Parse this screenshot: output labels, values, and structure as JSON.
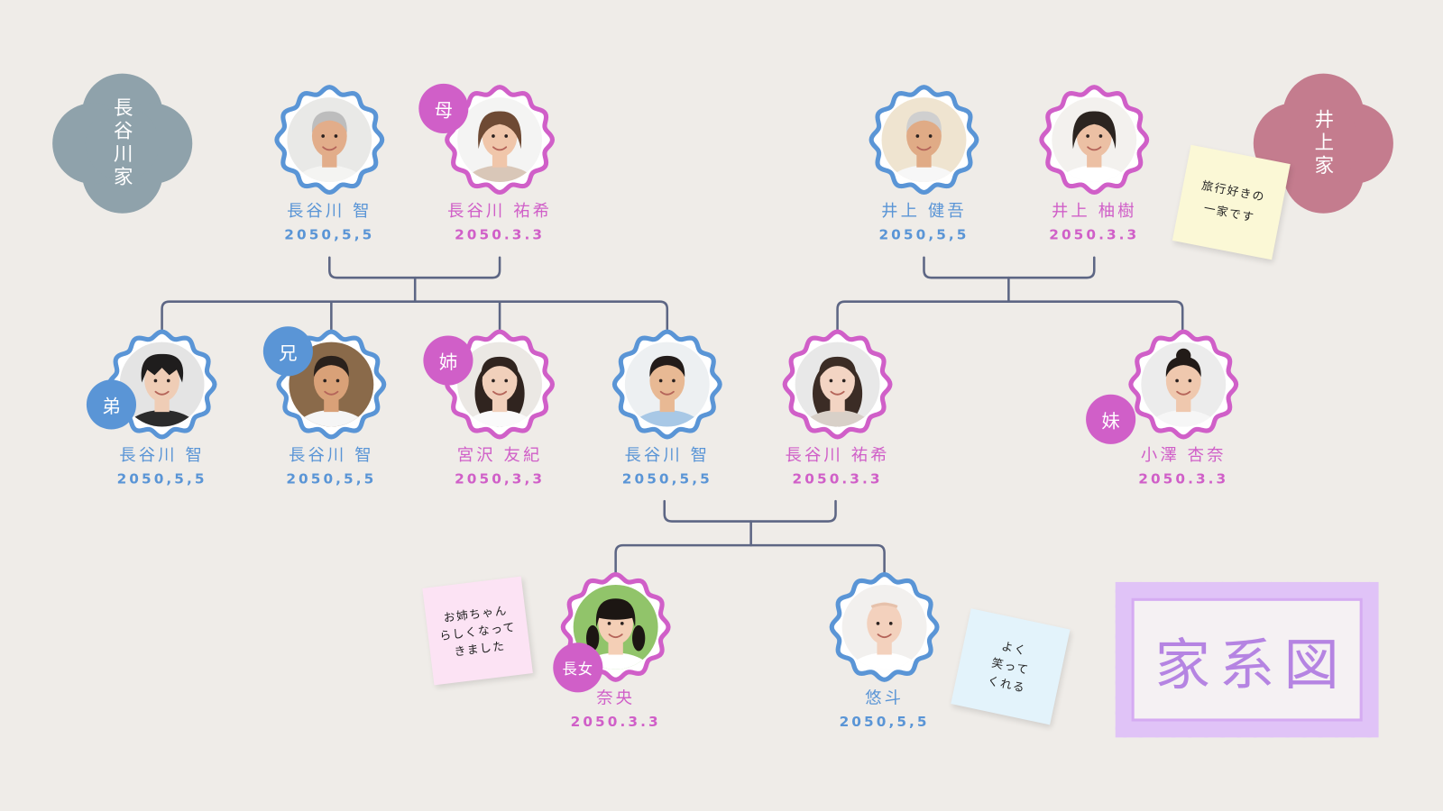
{
  "families": {
    "hasegawa": "長谷川家",
    "inoue": "井上家"
  },
  "title": "家系図",
  "people": [
    {
      "name": "長谷川 智",
      "date": "2050,5,5"
    },
    {
      "name": "長谷川 祐希",
      "date": "2050.3.3",
      "badge": "母"
    },
    {
      "name": "井上 健吾",
      "date": "2050,5,5"
    },
    {
      "name": "井上 柚樹",
      "date": "2050.3.3"
    },
    {
      "name": "長谷川 智",
      "date": "2050,5,5",
      "badge": "弟"
    },
    {
      "name": "長谷川 智",
      "date": "2050,5,5",
      "badge": "兄"
    },
    {
      "name": "宮沢 友紀",
      "date": "2050,3,3",
      "badge": "姉"
    },
    {
      "name": "長谷川 智",
      "date": "2050,5,5"
    },
    {
      "name": "長谷川 祐希",
      "date": "2050.3.3"
    },
    {
      "name": "小澤 杏奈",
      "date": "2050.3.3",
      "badge": "妹"
    },
    {
      "name": "奈央",
      "date": "2050.3.3",
      "badge": "長女"
    },
    {
      "name": "悠斗",
      "date": "2050,5,5"
    }
  ],
  "notes": [
    {
      "lines": [
        "旅行好きの",
        "一家です"
      ]
    },
    {
      "lines": [
        "お姉ちゃん",
        "らしくなって",
        "きました"
      ]
    },
    {
      "lines": [
        "よく",
        "笑って",
        "くれる"
      ]
    }
  ],
  "colors": {
    "background": "#efece8",
    "male": "#5a95d6",
    "female": "#d05fc8",
    "connector": "#5d6684",
    "hasegawa": "#8fa2ab",
    "inoue": "#c47c8e",
    "title": "#b584e2",
    "title_frame": "#e0c3f7",
    "title_line": "#d5abf2",
    "note_yellow": "#fbf8d6",
    "note_pink": "#fce3f4",
    "note_blue": "#e3f3fb"
  }
}
